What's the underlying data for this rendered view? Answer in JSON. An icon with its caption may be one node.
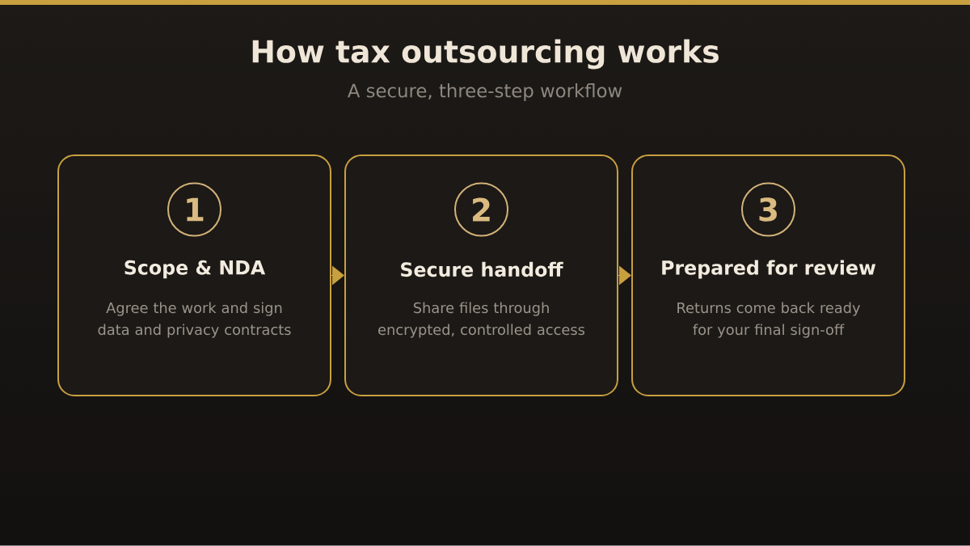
{
  "diagram": {
    "title": "How tax outsourcing works",
    "nodes": [
      {
        "text": [
          "Scope & NDA",
          "Agree the work and sign data and privacy contracts"
        ]
      },
      {
        "text": [
          "1"
        ],
        "in": 0
      },
      {
        "text": [
          "Secure handoff",
          "Share files through encrypted, controlled access"
        ]
      },
      {
        "text": [
          "2"
        ],
        "in": 2
      },
      {
        "text": [
          "Prepared for review",
          "Returns come back ready for your final sign-off"
        ]
      },
      {
        "text": [
          "3"
        ],
        "in": 4
      }
    ],
    "edges": [
      {
        "from": 0,
        "to": 2,
        "arrow": "to"
      },
      {
        "from": 2,
        "to": 4,
        "arrow": "to"
      }
    ],
    "labels": [
      "A secure, three-step workflow"
    ]
  }
}
